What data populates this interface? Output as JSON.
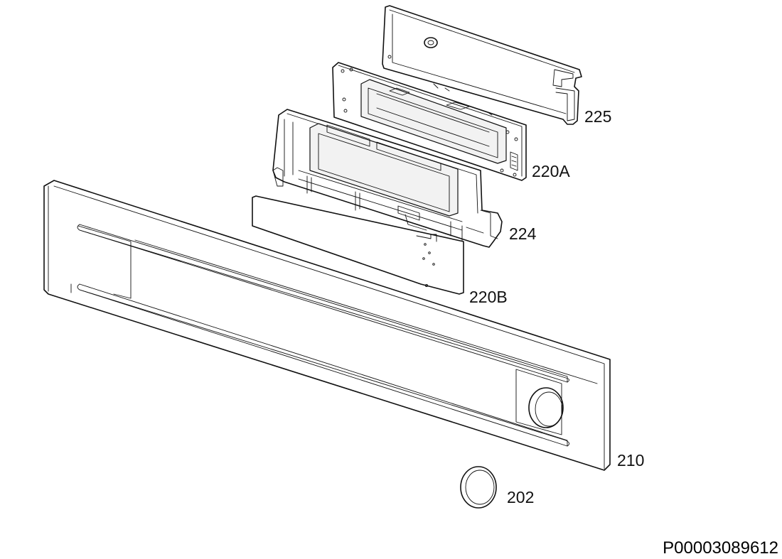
{
  "diagram": {
    "parts": [
      {
        "id": "225",
        "label": "225"
      },
      {
        "id": "220A",
        "label": "220A"
      },
      {
        "id": "224",
        "label": "224"
      },
      {
        "id": "220B",
        "label": "220B"
      },
      {
        "id": "210",
        "label": "210"
      },
      {
        "id": "202",
        "label": "202"
      }
    ],
    "document_id": "P00003089612"
  }
}
